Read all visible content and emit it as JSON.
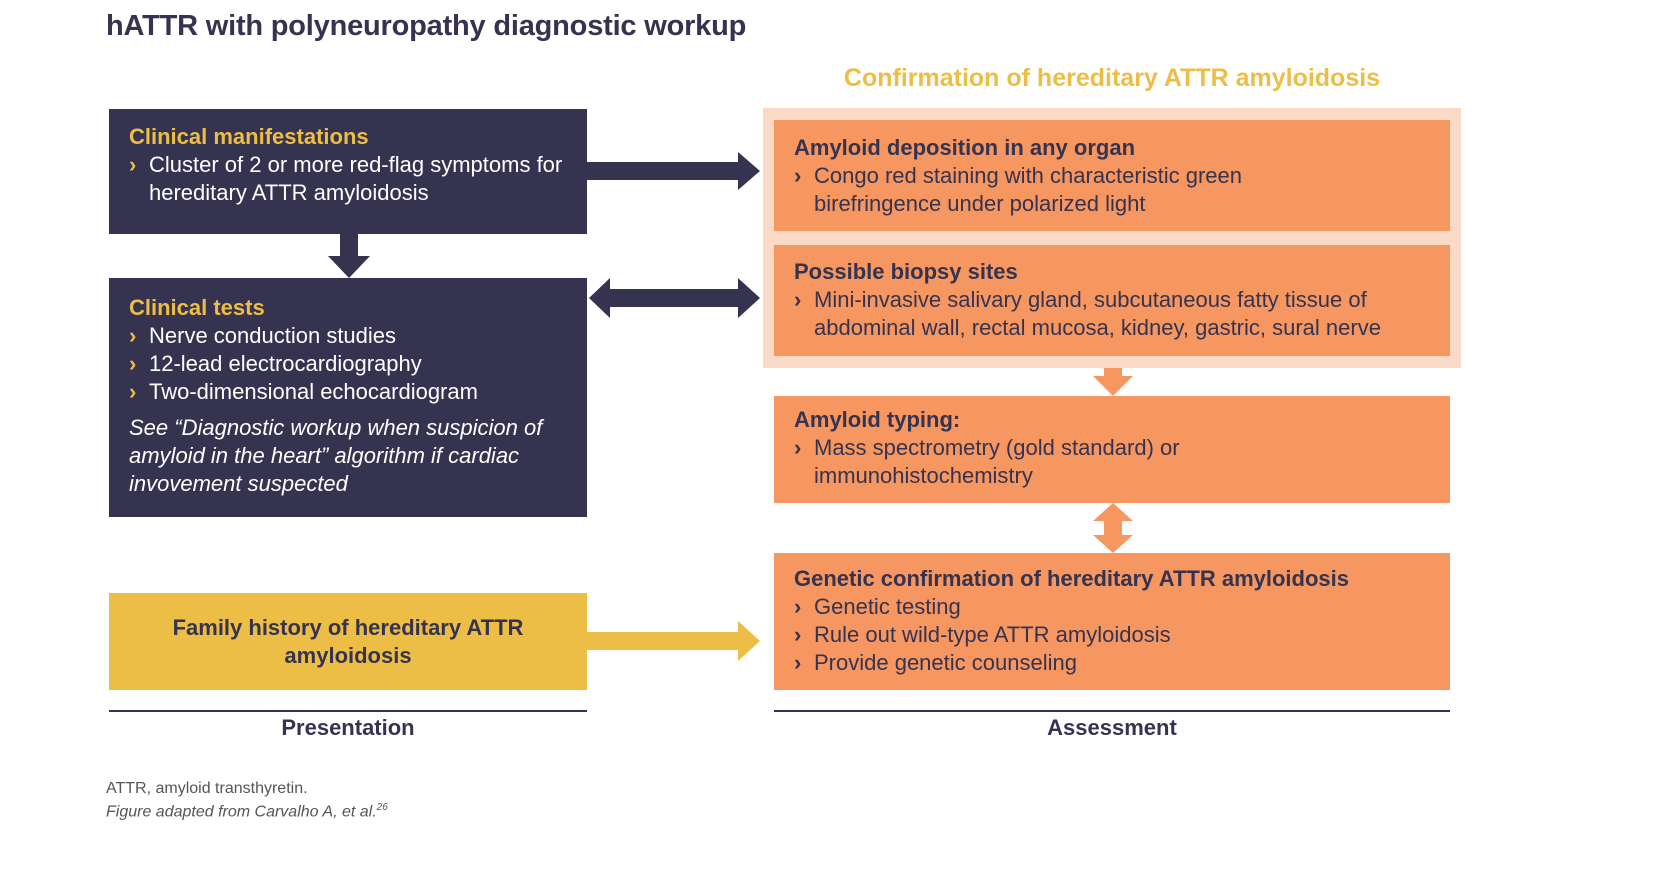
{
  "title": "hATTR with polyneuropathy diagnostic workup",
  "right_heading": "Confirmation of hereditary ATTR amyloidosis",
  "colors": {
    "navy": "#35334f",
    "orange": "#f69660",
    "light_orange": "#fbd9c7",
    "yellow": "#edbe46"
  },
  "bullet_icon": "chevron-right",
  "presentation": {
    "clinical_manifestations": {
      "heading": "Clinical manifestations",
      "items": [
        "Cluster of 2 or more red-flag symptoms for hereditary ATTR amyloidosis"
      ]
    },
    "clinical_tests": {
      "heading": "Clinical tests",
      "items": [
        "Nerve conduction studies",
        "12-lead electrocardiography",
        "Two-dimensional echocardiogram"
      ],
      "note": "See “Diagnostic workup when suspicion of amyloid in the heart” algorithm if cardiac invovement suspected"
    },
    "family_history": {
      "text": "Family history of hereditary ATTR amyloidosis"
    },
    "label": "Presentation"
  },
  "assessment": {
    "amyloid_deposition": {
      "heading": "Amyloid deposition in any organ",
      "items": [
        "Congo red staining with characteristic green birefringence under polarized light"
      ]
    },
    "biopsy_sites": {
      "heading": "Possible biopsy sites",
      "items": [
        "Mini-invasive salivary gland, subcutaneous fatty tissue of abdominal wall, rectal mucosa, kidney, gastric, sural nerve"
      ]
    },
    "amyloid_typing": {
      "heading": "Amyloid typing:",
      "items": [
        "Mass spectrometry (gold standard) or immunohistochemistry"
      ]
    },
    "genetic_confirmation": {
      "heading": "Genetic confirmation of hereditary ATTR amyloidosis",
      "items": [
        "Genetic testing",
        "Rule out wild-type ATTR amyloidosis",
        "Provide genetic counseling"
      ]
    },
    "label": "Assessment"
  },
  "footnotes": {
    "abbreviation": "ATTR, amyloid transthyretin.",
    "source": "Figure adapted from Carvalho A, et al.",
    "source_ref": "26"
  }
}
